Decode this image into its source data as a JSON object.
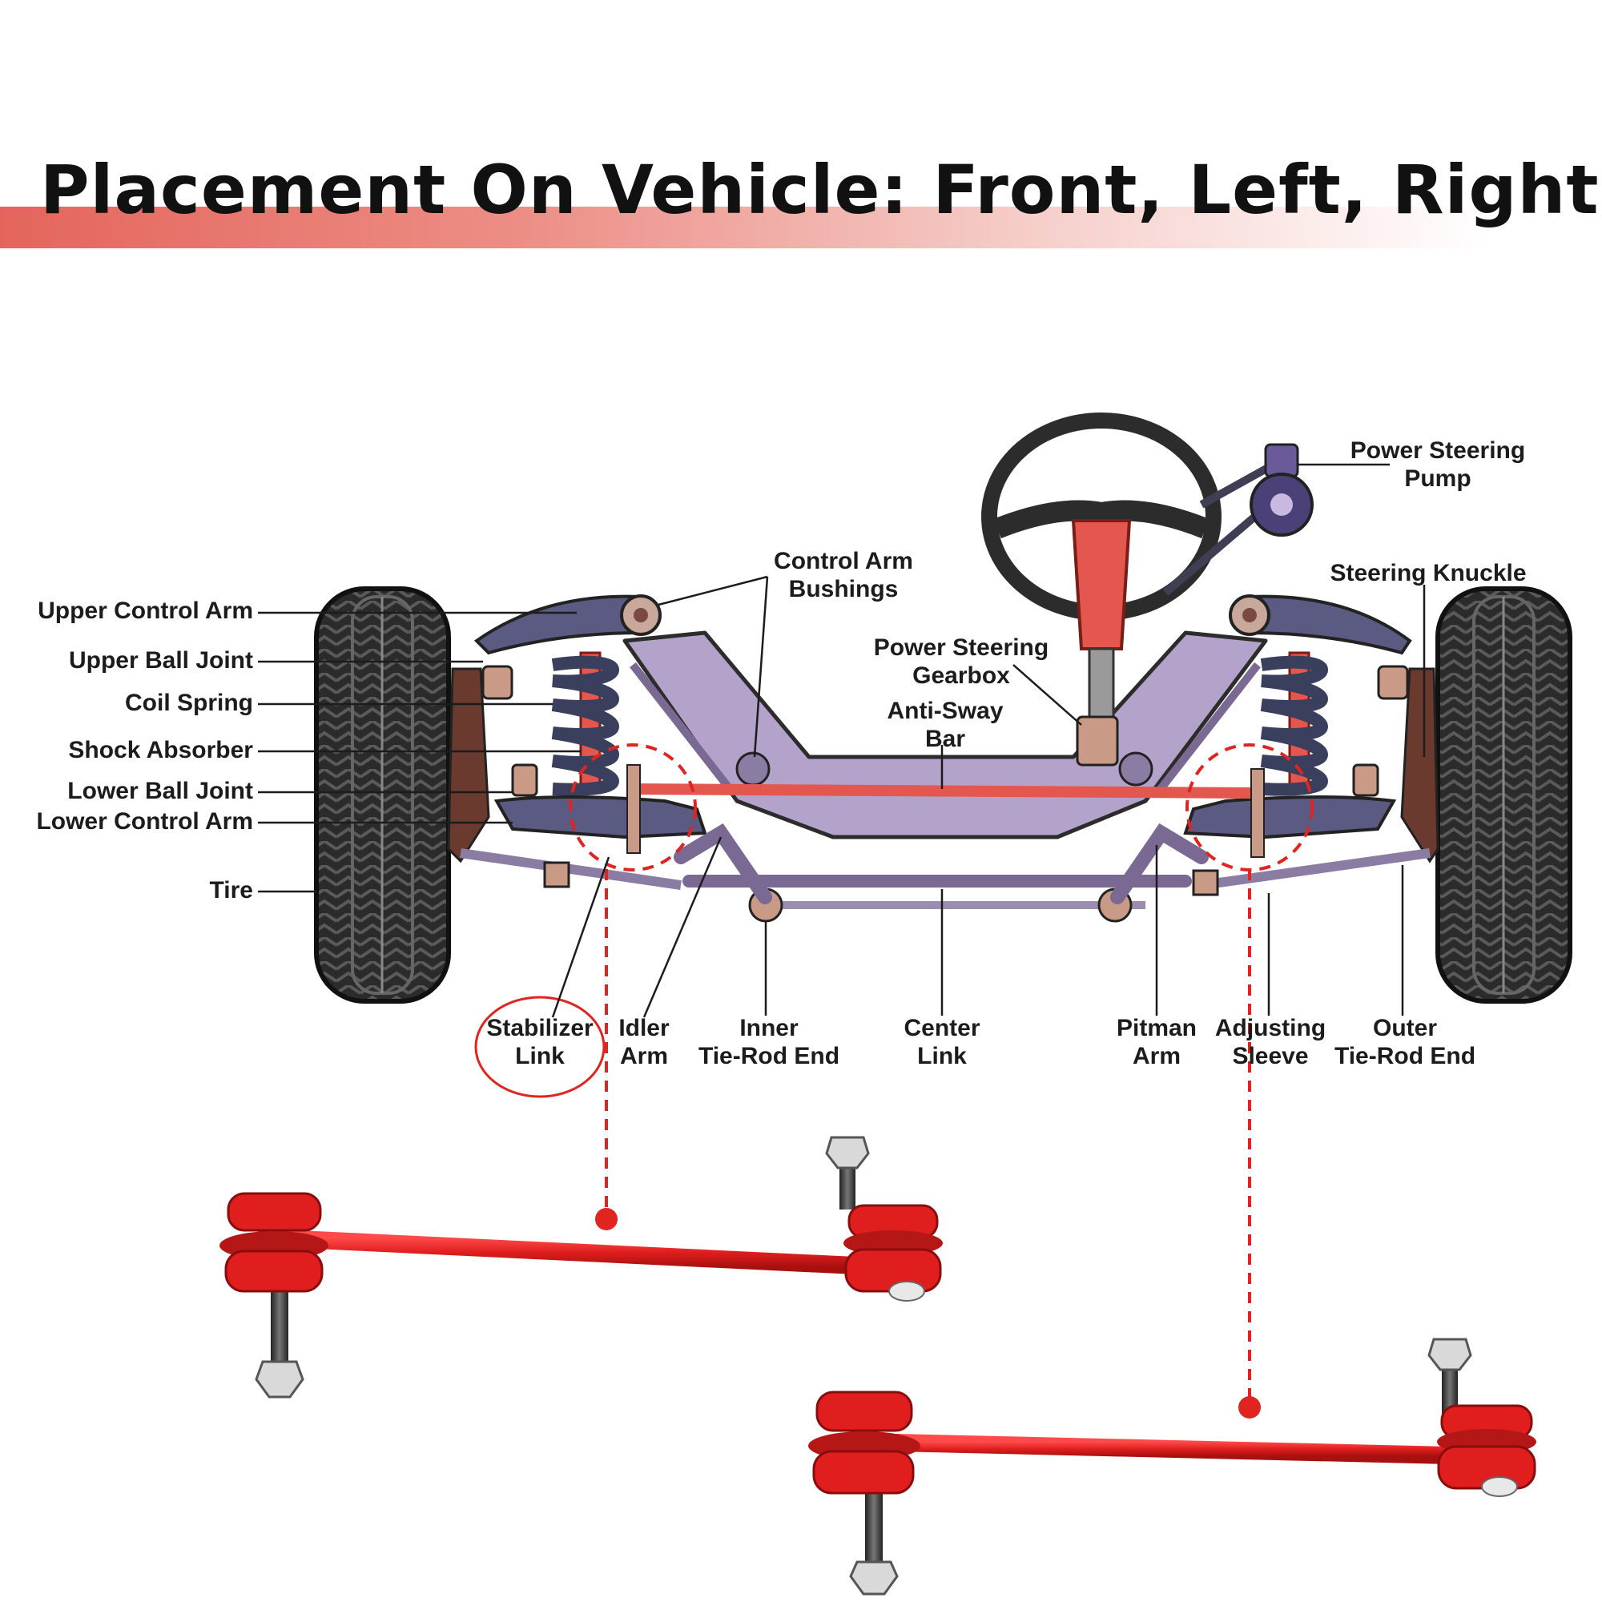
{
  "title": "Placement On Vehicle: Front, Left, Right",
  "colors": {
    "accent": "#e0241f",
    "frame": "#b3a2c9",
    "control_arm": "#5b5a82",
    "tire": "#2b2b2b",
    "anti_sway_bar": "#e4574f",
    "link_red": "#e01e1e"
  },
  "labels": {
    "upper_control_arm": "Upper Control Arm",
    "upper_ball_joint": "Upper Ball Joint",
    "coil_spring": "Coil Spring",
    "shock_absorber": "Shock Absorber",
    "lower_ball_joint": "Lower Ball Joint",
    "lower_control_arm": "Lower Control Arm",
    "tire": "Tire",
    "control_arm_bushings": [
      "Control Arm",
      "Bushings"
    ],
    "power_steering_pump": [
      "Power Steering",
      "Pump"
    ],
    "steering_knuckle": "Steering Knuckle",
    "power_steering_gearbox": [
      "Power Steering",
      "Gearbox"
    ],
    "anti_sway_bar": [
      "Anti-Sway",
      "Bar"
    ],
    "stabilizer_link": [
      "Stabilizer",
      "Link"
    ],
    "idler_arm": [
      "Idler",
      "Arm"
    ],
    "inner_tie_rod_end": [
      "Inner",
      "Tie-Rod End"
    ],
    "center_link": [
      "Center",
      "Link"
    ],
    "pitman_arm": [
      "Pitman",
      "Arm"
    ],
    "adjusting_sleeve": [
      "Adjusting",
      "Sleeve"
    ],
    "outer_tie_rod_end": [
      "Outer",
      "Tie-Rod End"
    ]
  }
}
